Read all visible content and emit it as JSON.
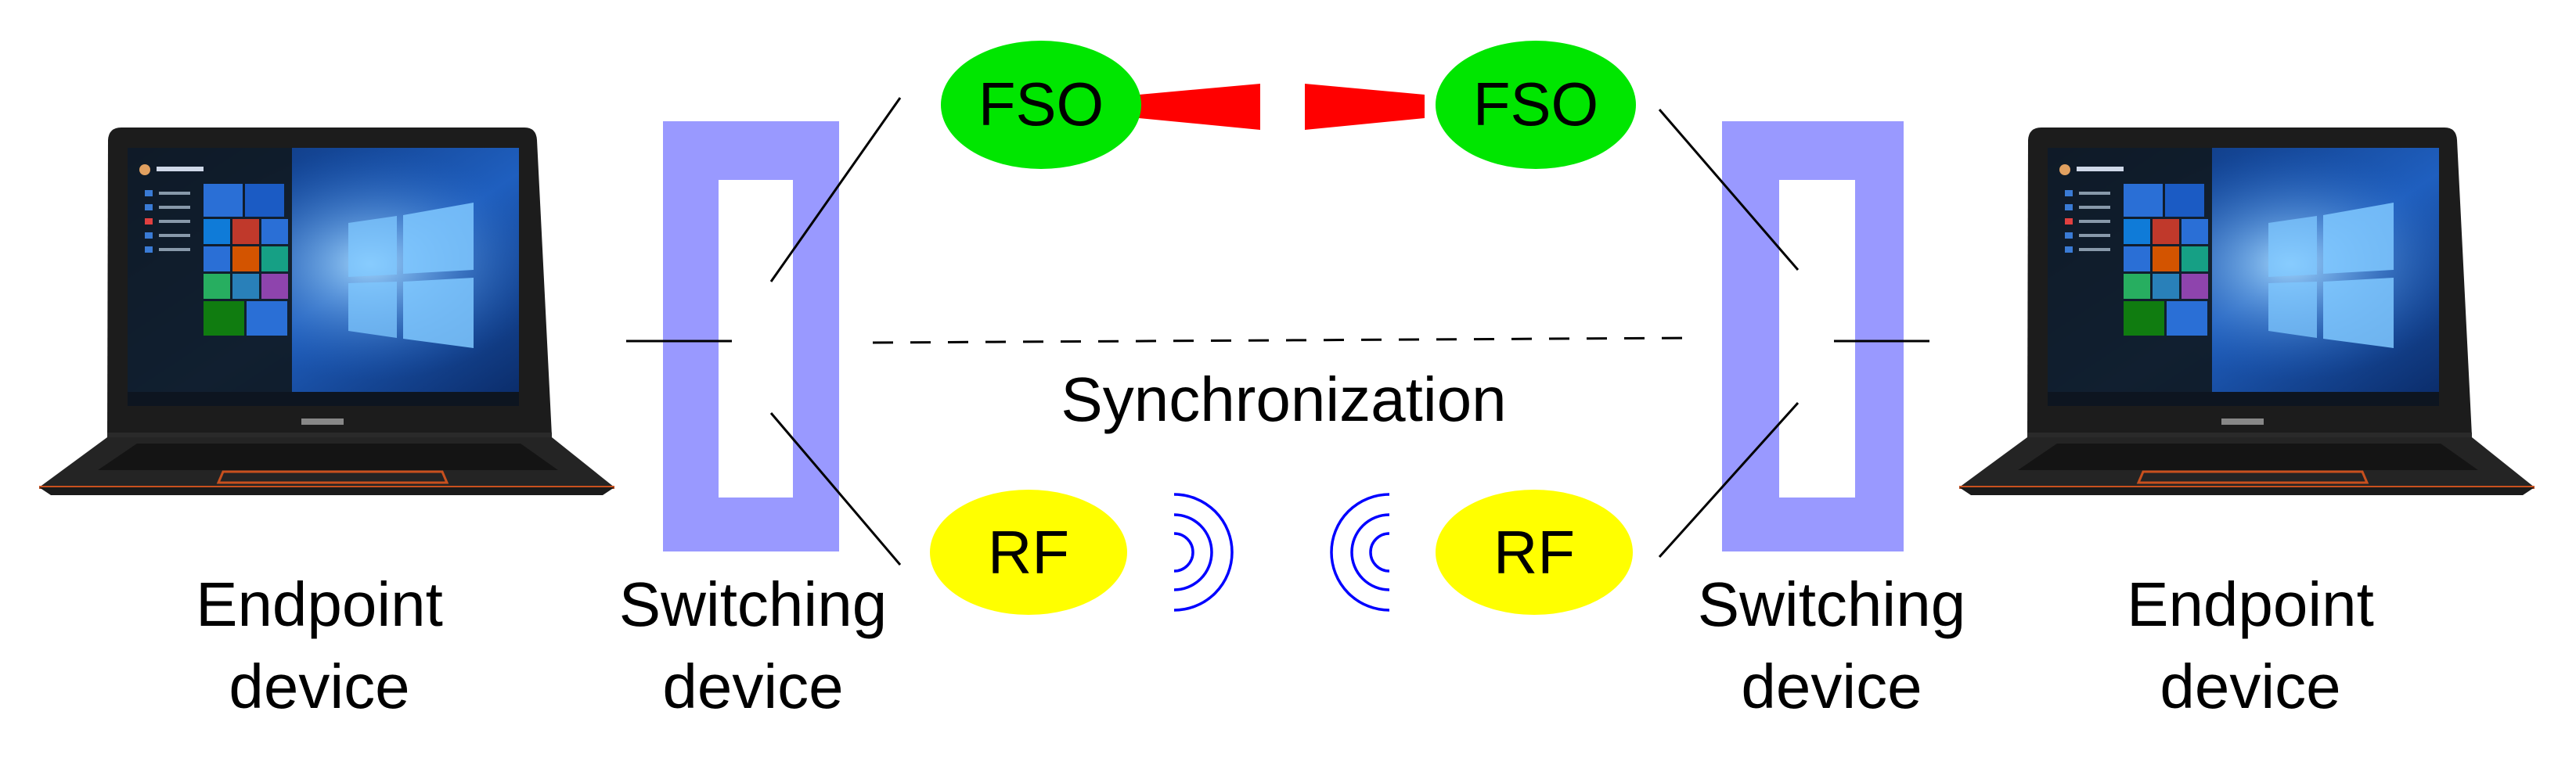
{
  "nodes": {
    "fso_left": "FSO",
    "fso_right": "FSO",
    "rf_left": "RF",
    "rf_right": "RF"
  },
  "labels": {
    "sync": "Synchronization",
    "endpoint_left": [
      "Endpoint",
      "device"
    ],
    "switch_left": [
      "Switching",
      "device"
    ],
    "switch_right": [
      "Switching",
      "device"
    ],
    "endpoint_right": [
      "Endpoint",
      "device"
    ]
  },
  "colors": {
    "fso_fill": "#00e600",
    "rf_fill": "#ffff00",
    "beam": "#ff0000",
    "switch_frame": "#9999ff",
    "rf_wave": "#0000ff",
    "laptop_body": "#1e1e1e",
    "laptop_accent": "#c8501e",
    "screen_bg": "#0b3d91"
  },
  "icons": {
    "laptop": "laptop-icon",
    "beam": "laser-beam-icon",
    "waves": "rf-wave-icon"
  }
}
